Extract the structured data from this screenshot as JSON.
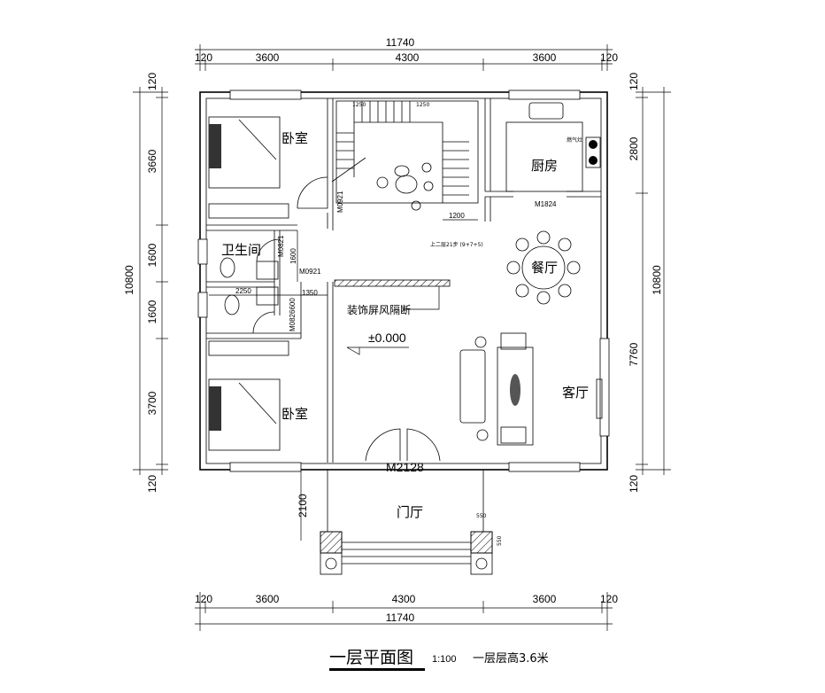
{
  "title": {
    "main": "一层平面图",
    "scale": "1:100",
    "note": "一层层高3.6米"
  },
  "dims_top": {
    "total": "11740",
    "segments": [
      "120",
      "3600",
      "4300",
      "3600",
      "120"
    ]
  },
  "dims_bottom": {
    "total": "11740",
    "segments": [
      "120",
      "3600",
      "4300",
      "3600",
      "120"
    ]
  },
  "dims_left": {
    "total": "10800",
    "segments": [
      "120",
      "3660",
      "1600",
      "1600",
      "3700",
      "120"
    ]
  },
  "dims_right": {
    "total": "10800",
    "segments": [
      "120",
      "2800",
      "7760",
      "120"
    ]
  },
  "rooms": {
    "bedroom_top": "卧室",
    "bedroom_bottom": "卧室",
    "bathroom": "卫生间",
    "kitchen": "厨房",
    "dining": "餐厅",
    "living": "客厅",
    "foyer": "门厅"
  },
  "labels": {
    "door_main": "M2128",
    "door_kitchen": "M1824",
    "door_bedroom": "M0921",
    "door_bath": "M0821",
    "door_bath2": "M0921",
    "door_bath3": "M0826600",
    "bath_dim_1600": "1600",
    "bath_dim_2250": "2250",
    "bath_dim_1350": "1350",
    "elevation": "±0.000",
    "screen": "装饰屏风隔断",
    "stair_width": "1200",
    "stair_note": "上二层21步 (9+7+5)",
    "stove": "燃气灶",
    "porch_depth": "2100",
    "column_w": "550",
    "column_h": "550",
    "stair_top_left": "1250",
    "stair_top_right": "1250"
  }
}
